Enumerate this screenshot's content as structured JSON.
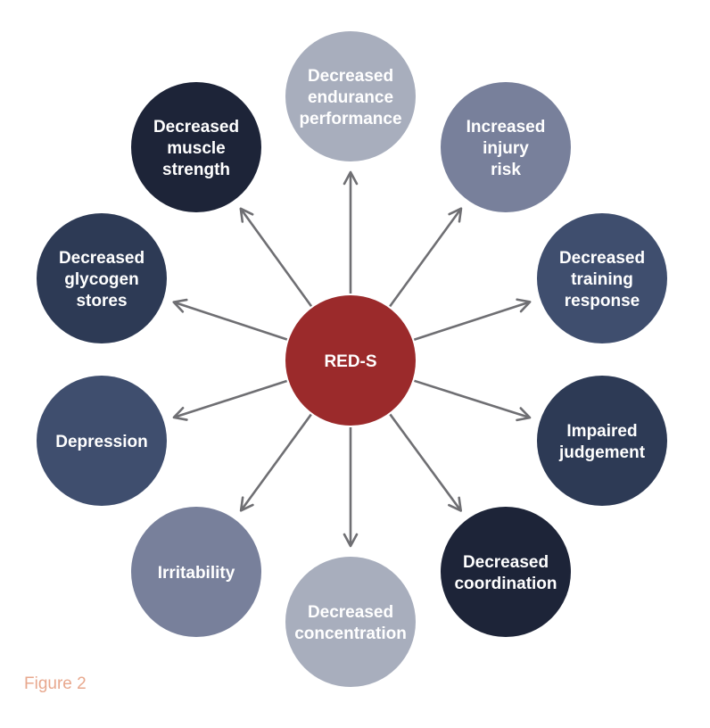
{
  "center": {
    "label": "RED-S",
    "color": "#9b2a2b"
  },
  "nodes": [
    {
      "id": "decreased-endurance-performance",
      "lines": [
        "Decreased",
        "endurance",
        "performance"
      ],
      "color": "#a8aebd"
    },
    {
      "id": "increased-injury-risk",
      "lines": [
        "Increased",
        "injury",
        "risk"
      ],
      "color": "#78809b"
    },
    {
      "id": "decreased-training-response",
      "lines": [
        "Decreased",
        "training",
        "response"
      ],
      "color": "#3f4e6e"
    },
    {
      "id": "impaired-judgement",
      "lines": [
        "Impaired",
        "judgement"
      ],
      "color": "#2d3a55"
    },
    {
      "id": "decreased-coordination",
      "lines": [
        "Decreased",
        "coordination"
      ],
      "color": "#1d2438"
    },
    {
      "id": "decreased-concentration",
      "lines": [
        "Decreased",
        "concentration"
      ],
      "color": "#a8aebd"
    },
    {
      "id": "irritability",
      "lines": [
        "Irritability"
      ],
      "color": "#78809b"
    },
    {
      "id": "depression",
      "lines": [
        "Depression"
      ],
      "color": "#3f4e6e"
    },
    {
      "id": "decreased-glycogen-stores",
      "lines": [
        "Decreased",
        "glycogen",
        "stores"
      ],
      "color": "#2d3a55"
    },
    {
      "id": "decreased-muscle-strength",
      "lines": [
        "Decreased",
        "muscle",
        "strength"
      ],
      "color": "#1d2438"
    }
  ],
  "arrow_color": "#6f6f73",
  "caption": {
    "text": "Figure 2",
    "color": "#e8a88e"
  }
}
